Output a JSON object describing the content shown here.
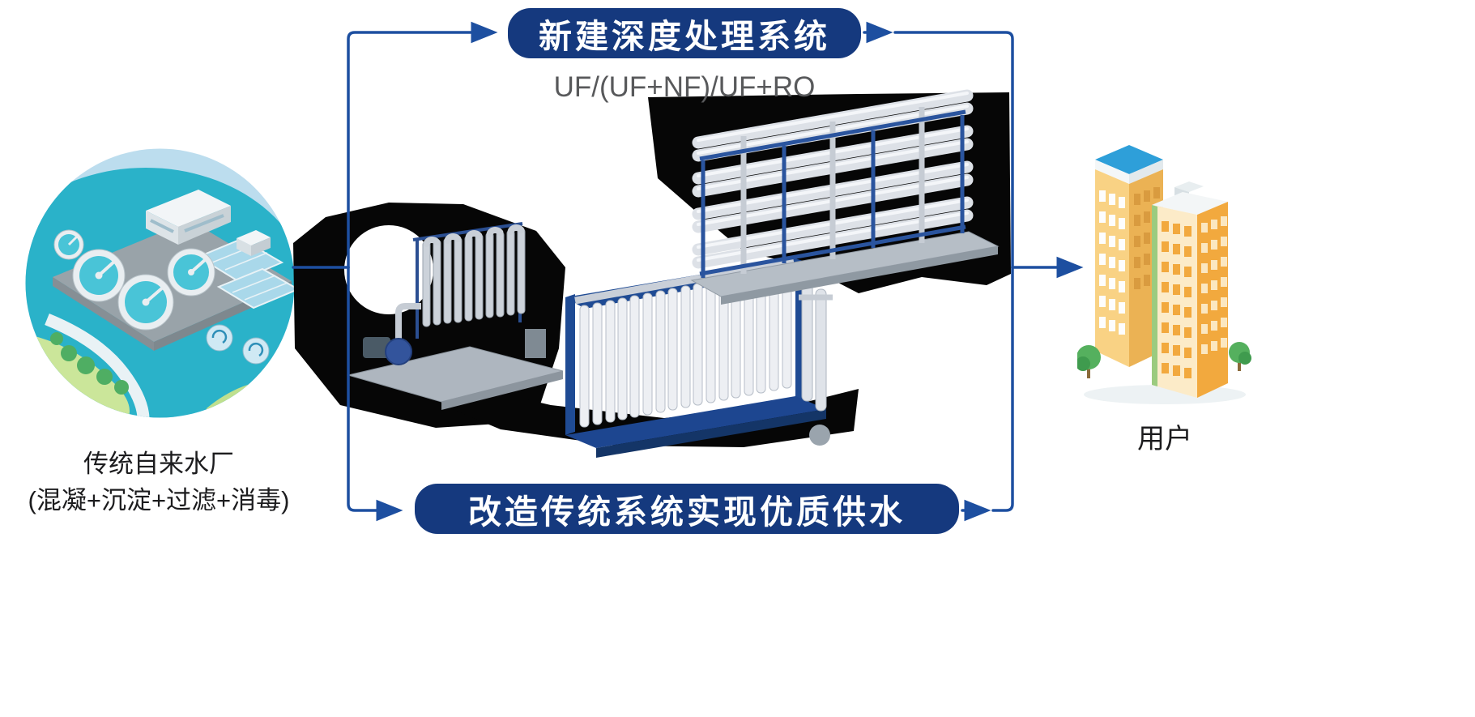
{
  "diagram": {
    "top_banner": {
      "label": "新建深度处理系统",
      "subtitle": "UF/(UF+NF)/UF+RO"
    },
    "bottom_banner": {
      "label": "改造传统系统实现优质供水"
    },
    "source": {
      "caption_line1": "传统自来水厂",
      "caption_line2": "(混凝+沉淀+过滤+消毒)"
    },
    "destination": {
      "caption": "用户"
    },
    "illustrations": {
      "source_icon": "traditional-water-plant-illustration",
      "process_icon": "membrane-filtration-skids-photo",
      "destination_icon": "user-buildings-illustration"
    },
    "colors": {
      "banner_bg": "#15397E",
      "banner_text": "#FFFFFF",
      "arrow": "#1D4FA0",
      "subtitle_text": "#58595B",
      "caption_text": "#1C1C1E",
      "background": "#FFFFFF"
    }
  }
}
